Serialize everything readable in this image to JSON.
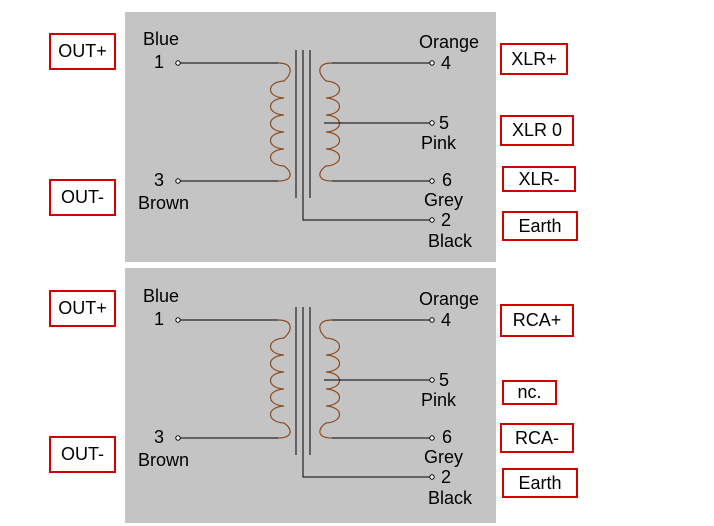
{
  "colors": {
    "panel": "#c4c4c4",
    "label_border": "#d40000",
    "coil": "#8b4a1e",
    "wire": "#000000"
  },
  "top": {
    "primary": {
      "pin1": {
        "number": "1",
        "color": "Blue"
      },
      "pin3": {
        "number": "3",
        "color": "Brown"
      }
    },
    "secondary": {
      "pin4": {
        "number": "4",
        "color": "Orange"
      },
      "pin5": {
        "number": "5",
        "color": "Pink"
      },
      "pin6": {
        "number": "6",
        "color": "Grey"
      },
      "pin2": {
        "number": "2",
        "color": "Black"
      }
    },
    "labels": {
      "left_top": "OUT+",
      "left_bottom": "OUT-",
      "right1": "XLR+",
      "right2": "XLR 0",
      "right3": "XLR-",
      "right4": "Earth"
    }
  },
  "bottom": {
    "primary": {
      "pin1": {
        "number": "1",
        "color": "Blue"
      },
      "pin3": {
        "number": "3",
        "color": "Brown"
      }
    },
    "secondary": {
      "pin4": {
        "number": "4",
        "color": "Orange"
      },
      "pin5": {
        "number": "5",
        "color": "Pink"
      },
      "pin6": {
        "number": "6",
        "color": "Grey"
      },
      "pin2": {
        "number": "2",
        "color": "Black"
      }
    },
    "labels": {
      "left_top": "OUT+",
      "left_bottom": "OUT-",
      "right1": "RCA+",
      "right2": "nc.",
      "right3": "RCA-",
      "right4": "Earth"
    }
  }
}
